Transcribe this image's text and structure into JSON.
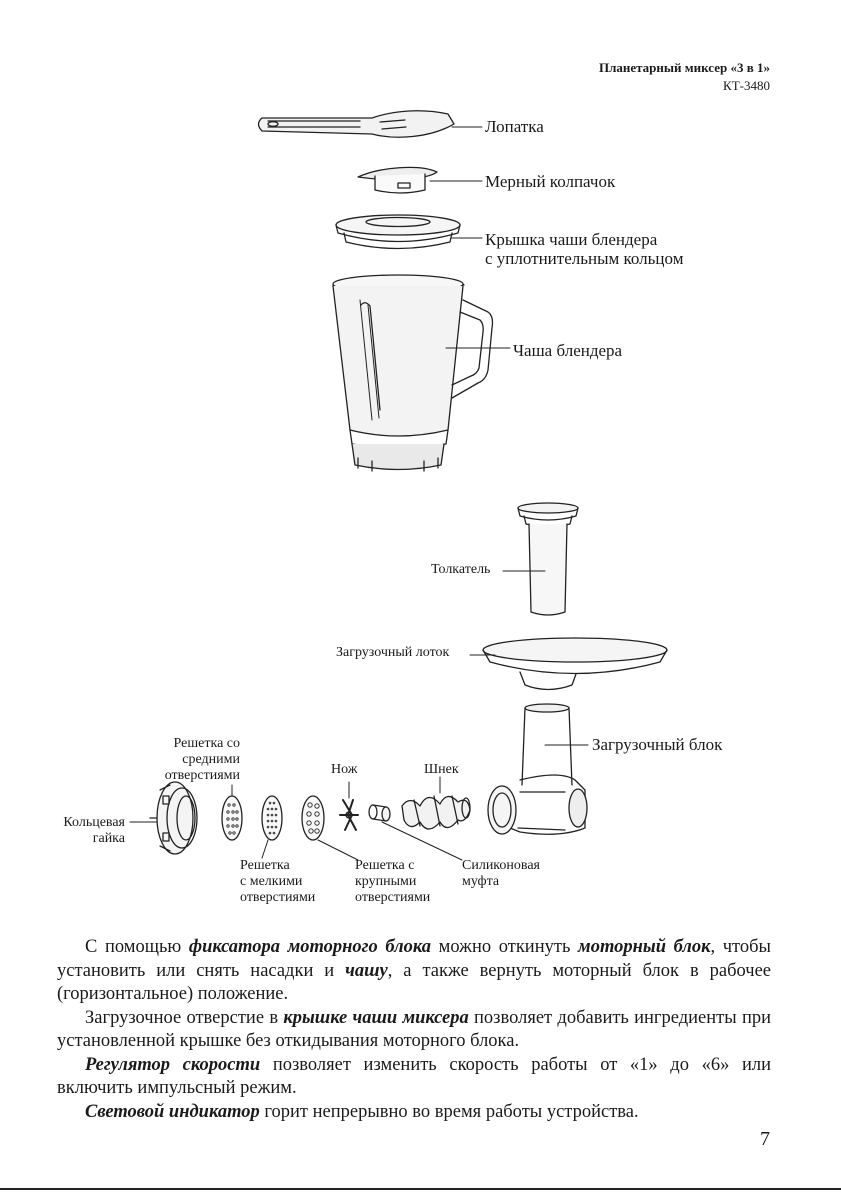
{
  "header": {
    "title": "Планетарный миксер «3 в 1»",
    "model": "КТ-3480"
  },
  "labels": {
    "spatula": "Лопатка",
    "measuring_cap": "Мерный колпачок",
    "lid_line1": "Крышка чаши блендера",
    "lid_line2": "с уплотнительным кольцом",
    "jar": "Чаша блендера",
    "pusher": "Толкатель",
    "tray": "Загрузочный лоток",
    "feed_block": "Загрузочный блок",
    "grid_medium_line1": "Решетка со",
    "grid_medium_line2": "средними",
    "grid_medium_line3": "отверстиями",
    "knife": "Нож",
    "auger": "Шнек",
    "ring_nut_line1": "Кольцевая",
    "ring_nut_line2": "гайка",
    "grid_small_line1": "Решетка",
    "grid_small_line2": "с мелкими",
    "grid_small_line3": "отверстиями",
    "grid_large_line1": "Решетка с",
    "grid_large_line2": "крупными",
    "grid_large_line3": "отверстиями",
    "coupling_line1": "Силиконовая",
    "coupling_line2": "муфта"
  },
  "body": {
    "p1_a": "С помощью ",
    "p1_b": "фиксатора моторного блока",
    "p1_c": " можно откинуть ",
    "p1_d": "моторный блок",
    "p1_e": ", чтобы установить или снять насадки и ",
    "p1_f": "чашу",
    "p1_g": ", а также вернуть моторный блок в рабочее (горизонтальное) положение.",
    "p2_a": "Загрузочное отверстие в ",
    "p2_b": "крышке чаши миксера",
    "p2_c": " позволяет добавить ингредиенты при установленной крышке без откидывания моторного блока.",
    "p3_a": "Регулятор скорости",
    "p3_b": " позволяет изменить скорость работы от «1» до «6» или включить импульсный режим.",
    "p4_a": "Световой индикатор",
    "p4_b": " горит непрерывно во время работы устройства."
  },
  "page_number": "7"
}
